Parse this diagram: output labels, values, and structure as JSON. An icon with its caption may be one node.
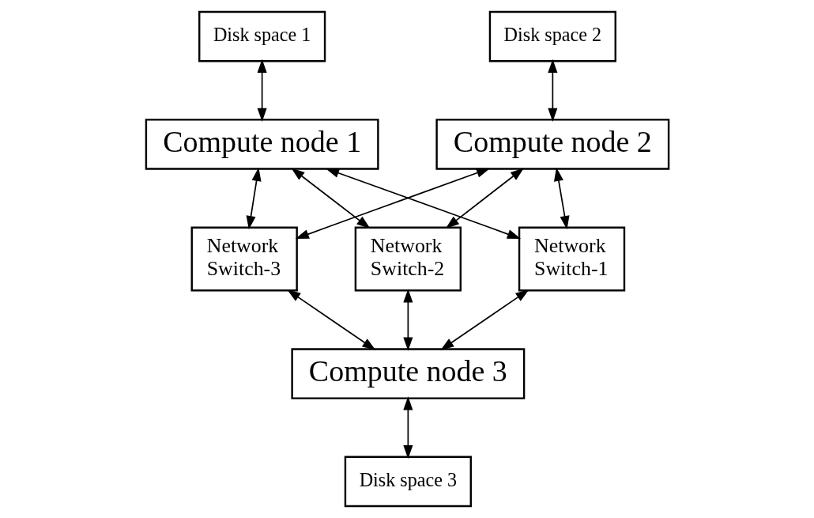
{
  "diagram": {
    "nodes": [
      {
        "text": [
          "Disk space 1"
        ]
      },
      {
        "text": [
          "Disk space 2"
        ]
      },
      {
        "text": [
          "Compute node 1"
        ]
      },
      {
        "text": [
          "Compute node 2"
        ]
      },
      {
        "text": [
          "Network Switch-3"
        ]
      },
      {
        "text": [
          "Network Switch-2"
        ]
      },
      {
        "text": [
          "Network Switch-1"
        ]
      },
      {
        "text": [
          "Compute node 3"
        ]
      },
      {
        "text": [
          "Disk space 3"
        ]
      }
    ],
    "edges": [
      {
        "from": 0,
        "to": 2,
        "arrow": "both"
      },
      {
        "from": 1,
        "to": 3,
        "arrow": "both"
      },
      {
        "from": 2,
        "to": 4,
        "arrow": "both"
      },
      {
        "from": 2,
        "to": 5,
        "arrow": "both"
      },
      {
        "from": 2,
        "to": 6,
        "arrow": "both"
      },
      {
        "from": 3,
        "to": 4,
        "arrow": "both"
      },
      {
        "from": 3,
        "to": 5,
        "arrow": "both"
      },
      {
        "from": 3,
        "to": 6,
        "arrow": "both"
      },
      {
        "from": 4,
        "to": 7,
        "arrow": "both"
      },
      {
        "from": 5,
        "to": 7,
        "arrow": "both"
      },
      {
        "from": 6,
        "to": 7,
        "arrow": "both"
      },
      {
        "from": 7,
        "to": 8,
        "arrow": "both"
      }
    ]
  }
}
